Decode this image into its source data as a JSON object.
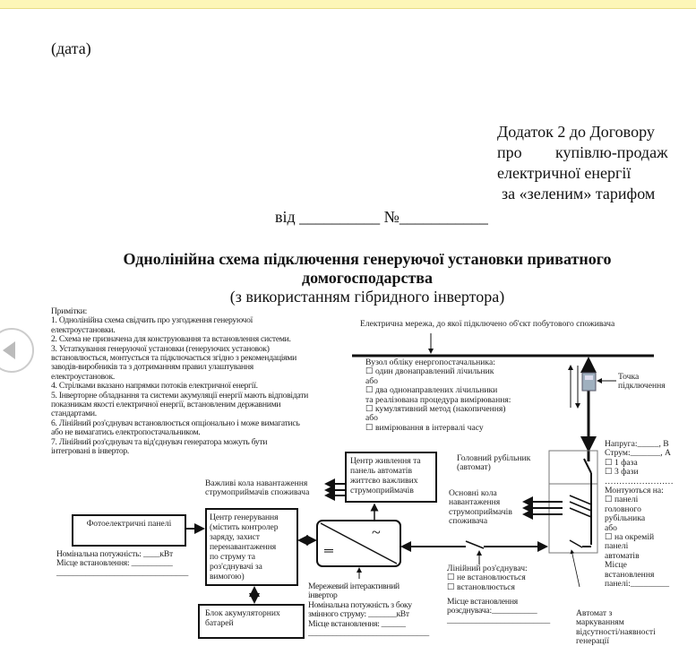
{
  "date_label": "(дата)",
  "appendix": {
    "line1": "Додаток 2 до Договору",
    "line2_a": "про",
    "line2_b": "купівлю-продаж",
    "line3": "електричної енергії",
    "line4": "за «зеленим» тарифом"
  },
  "from_line": "від __________ №___________",
  "title": {
    "line1": "Однолінійна схема підключення генеруючої установки приватного",
    "line2": "домогосподарства",
    "subtitle": "(з використанням гібридного інвертора)"
  },
  "notes": {
    "heading": "Примітки:",
    "items": [
      "1. Однолінійна схема свідчить про узгодження генеруючої\nелектроустановки.",
      "2. Схема не призначена для конструювання та встановлення системи.",
      "3. Устаткування генеруючої установки (генеруючих установок)\nвстановлюється, монтується та підключається згідно з рекомендаціями\nзаводів-виробників та з дотриманням правил улаштування\nелектроустановок.",
      "4. Стрілками вказано напрямки потоків електричної енергії.",
      "5. Інверторне обладнання та системи акумуляції енергії мають відповідати\nпоказникам якості електричної енергії, встановленим державними\nстандартами.",
      "6. Лінійний роз'єднувач встановлюється опціонально і може вимагатись\nабо не вимагатись електропостачальником.",
      "7. Лінійний роз'єднувач та від'єднувач генератора можуть бути\nінтегровані в інвертор."
    ]
  },
  "diagram": {
    "grid_label": "Електрична мережа, до якої підключено об'єкт  побутового споживача",
    "meter_text": "  Вузол обліку  енергопостачальника:\n☐ один двонаправлений лічильник\n   або\n☐ два однонаправлених лічильники\n та  реалізована процедура вимірювання:\n☐ кумулятивний метод (накопичення)\n   або\n☐ вимірювання в інтервалі часу",
    "connection_point": "Точка\n підключення",
    "ratings": "Напруга:_____, В\nСтрум:_______, А\n☐ 1 фаза\n☐ 3 фази\n……………………\nМонтуються на:\n☐ панелі\n    головного\n     рубільника\nабо\n☐ на окремій\n    панелі\n    автоматів\nМісце\nвстановлення\nпанелі:_________",
    "backup_panel": "Центр живлення та\nпанель автоматів\nжиттєво важливих\nструмоприймачів",
    "main_switch": "Головний рубільник\n(автомат)",
    "critical_loads": "Важливі кола навантаження\nструмоприймачів споживача",
    "main_loads": "Основні  кола\nнавантаження\nструмоприймачів\nспоживача",
    "pv_panels": "Фотоелектричні панелі",
    "pv_info": "Номінальна потужність: ____кВт\nМісце встановлення: __________\n________________________________",
    "gen_center": "Центр генерування\n(містить контролер\nзаряду, захист\nперенавантаження\nпо струму та\nроз'єднувачі за\nвимогою)",
    "inverter_ac": "~",
    "inverter_dc": "═",
    "inverter_info": "Мережевий інтерактивний\nінвертор\nНомінальна потужність з боку\nзмінного струму: _______кВт\nМісце встановлення: ______\n______________________________",
    "battery": "Блок акумуляторних\nбатарей",
    "line_disconnector": "Лінійний роз'єднувач:\n☐ не встановлюється\n☐  встановлюється",
    "disconnector_place": "Місце встановлення\nрозєднувача:___________\n_________________________",
    "breaker_marking": "Автомат з\nмаркуванням\nвідсутності/наявності\nгенерації"
  },
  "nav": {
    "icon": "chevron-left-icon"
  }
}
